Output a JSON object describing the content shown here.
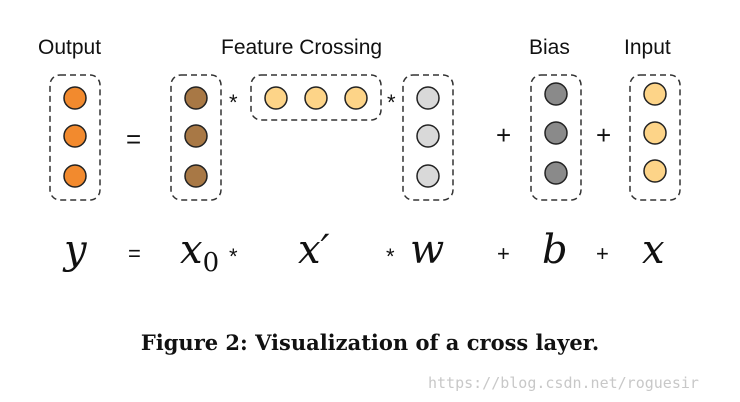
{
  "labels": {
    "output": "Output",
    "feature_crossing": "Feature Crossing",
    "bias": "Bias",
    "input": "Input"
  },
  "operators": {
    "equals": "=",
    "times": "*",
    "plus": "+"
  },
  "equation": {
    "y": "y",
    "x0_base": "x",
    "x0_sub": "0",
    "x_prime": "x′",
    "w": "w",
    "b": "b",
    "x": "x"
  },
  "caption": "Figure 2: Visualization of a cross layer.",
  "watermark": "https://blog.csdn.net/roguesir",
  "colors": {
    "output": "#f28a2e",
    "x0": "#a87845",
    "x_prime": "#fdd488",
    "w": "#d9d9d9",
    "bias": "#8a8a8a",
    "input": "#fdd488",
    "outline": "#222222",
    "box": "#333333"
  }
}
